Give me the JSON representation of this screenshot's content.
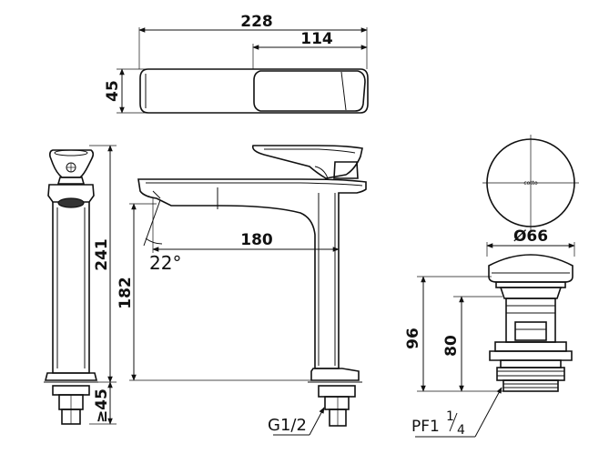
{
  "top_view": {
    "overall_width": "228",
    "handle_width": "114",
    "height": "45"
  },
  "side_view": {
    "total_height": "241",
    "mount_height": "≥45"
  },
  "front_view": {
    "reach": "180",
    "spout_height": "182",
    "angle": "22°",
    "connection": "G1/2"
  },
  "drain": {
    "diameter": "Ø66",
    "total_height": "96",
    "body_height": "80",
    "thread": "PF1",
    "thread_fraction_num": "1",
    "thread_fraction_den": "4",
    "logo_text": "cotto"
  }
}
